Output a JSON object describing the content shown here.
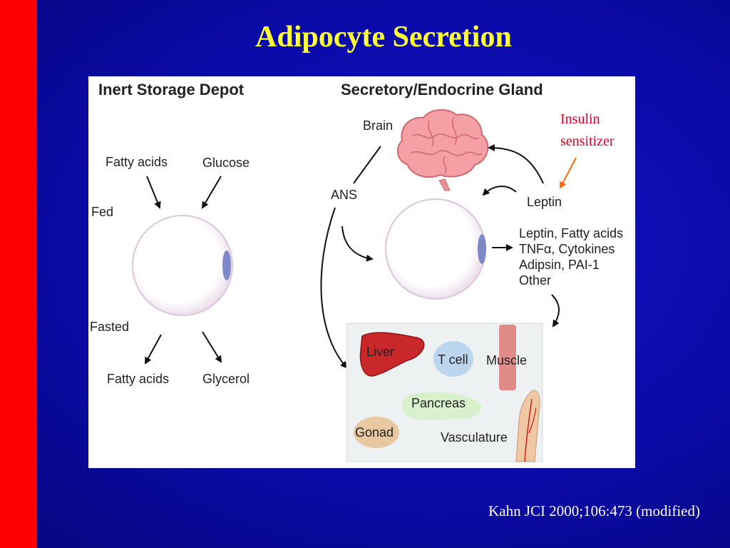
{
  "slide": {
    "title": "Adipocyte Secretion",
    "citation": "Kahn JCI 2000;106:473 (modified)"
  },
  "figure": {
    "left_header": "Inert Storage Depot",
    "right_header": "Secretory/Endocrine Gland",
    "fed_label": "Fed",
    "fasted_label": "Fasted",
    "fed_inputs": [
      "Fatty acids",
      "Glucose"
    ],
    "fasted_outputs": [
      "Fatty acids",
      "Glycerol"
    ],
    "brain_label": "Brain",
    "ans_label": "ANS",
    "leptin_label": "Leptin",
    "secretions": [
      "Leptin, Fatty acids",
      "TNFα, Cytokines",
      "Adipsin, PAI-1",
      "Other"
    ],
    "targets": {
      "liver": "Liver",
      "tcell": "T cell",
      "muscle": "Muscle",
      "pancreas": "Pancreas",
      "gonad": "Gonad",
      "vasculature": "Vasculature"
    },
    "annotation": [
      "Insulin",
      "sensitizer"
    ]
  },
  "colors": {
    "background": "#0a0aa8",
    "side_bar": "#ff0000",
    "title": "#ffff33",
    "annotation": "#e0002a",
    "annotation_arrow": "#ff6a00",
    "brain": "#f4a0a4",
    "liver": "#c8282a",
    "tcell": "#bcd6f0",
    "muscle": "#e08a8a",
    "pancreas": "#d8f0cc",
    "gonad": "#e8c8a0",
    "nucleus": "#7d88c8"
  }
}
